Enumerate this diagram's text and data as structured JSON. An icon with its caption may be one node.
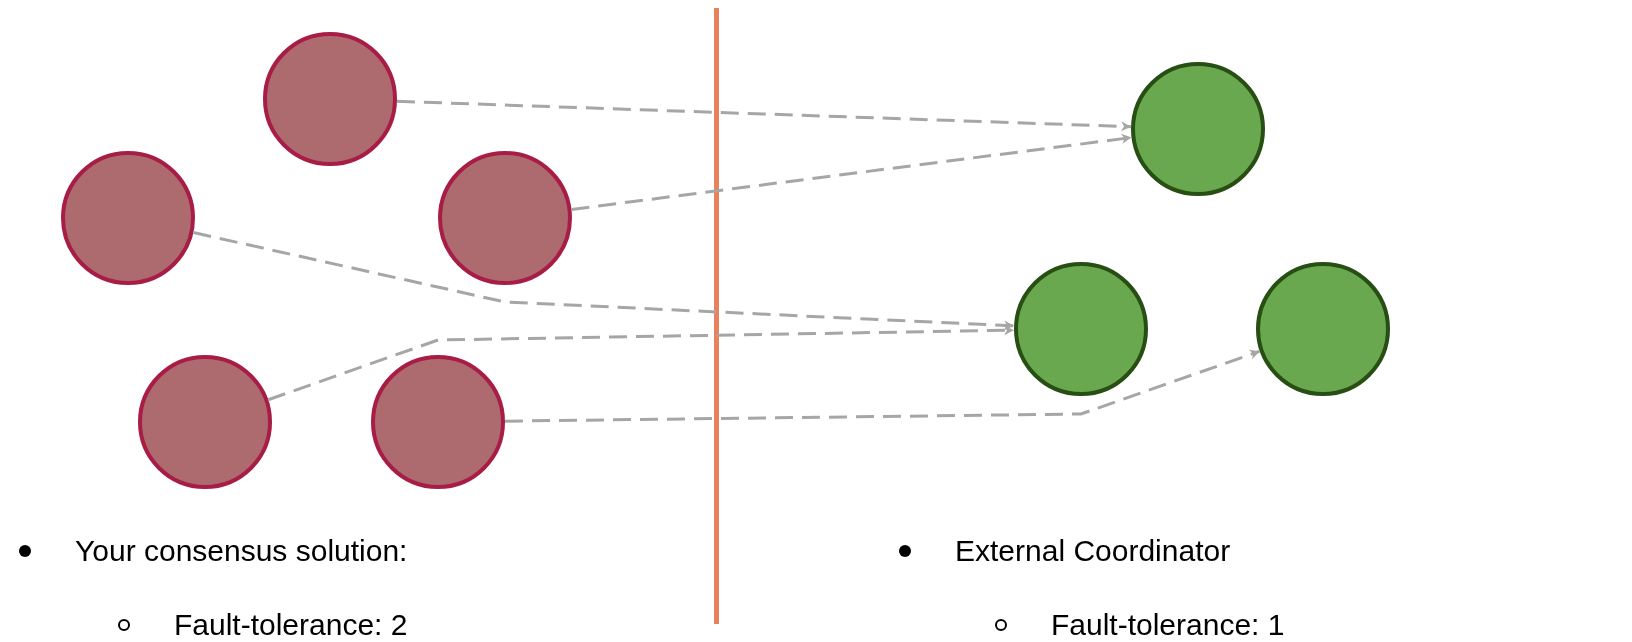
{
  "diagram": {
    "nodes": [
      {
        "text": [],
        "shape": "circle"
      },
      {
        "text": [],
        "shape": "circle"
      },
      {
        "text": [],
        "shape": "circle"
      },
      {
        "text": [],
        "shape": "circle"
      },
      {
        "text": [],
        "shape": "circle"
      },
      {
        "text": [],
        "shape": "circle"
      },
      {
        "text": [],
        "shape": "circle"
      },
      {
        "text": [],
        "shape": "circle"
      }
    ],
    "edges": [
      {
        "from": 0,
        "to": 5,
        "arrow": "to",
        "style": "dashed"
      },
      {
        "from": 2,
        "to": 5,
        "arrow": "to",
        "style": "dashed"
      },
      {
        "from": 1,
        "to": 6,
        "arrow": "to",
        "style": "dashed"
      },
      {
        "from": 3,
        "to": 6,
        "arrow": "to",
        "style": "dashed"
      },
      {
        "from": 4,
        "to": 7,
        "arrow": "to",
        "style": "dashed"
      }
    ],
    "labels": [
      "Your consensus solution:",
      "Fault-tolerance: 2",
      "External Coordinator",
      "Fault-tolerance: 1"
    ]
  }
}
